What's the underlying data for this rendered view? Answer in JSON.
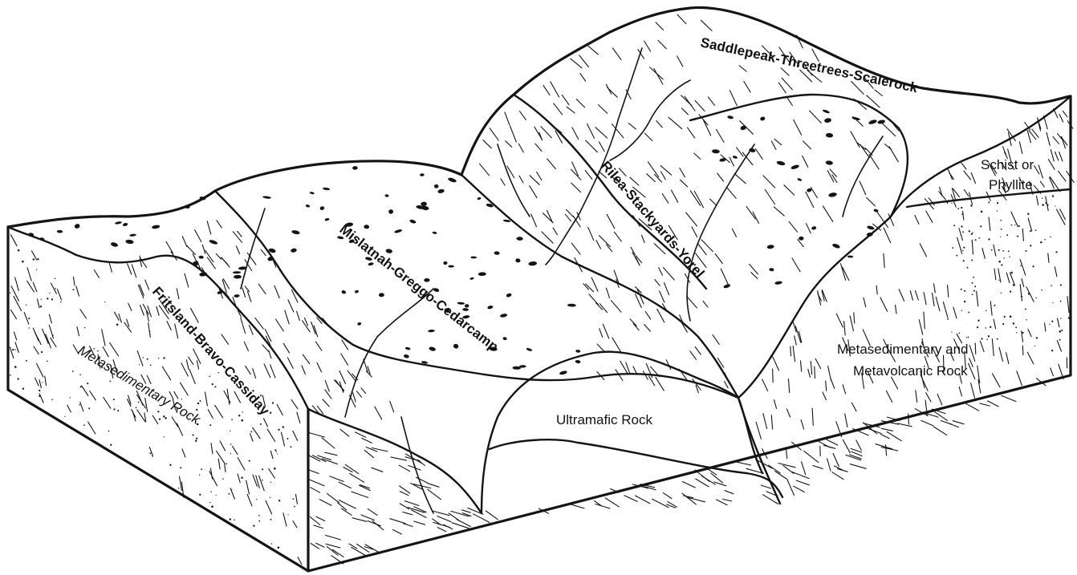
{
  "soil_units": {
    "saddlepeak": "Saddlepeak-Threetrees-Scalerock",
    "rilea": "Rilea-Stackyards-Yorel",
    "mislatnah": "Mislatnah-Greggo-Cedarcamp",
    "fritsland": "Fritsland-Bravo-Cassiday"
  },
  "rock_units": {
    "schist_line1": "Schist or",
    "schist_line2": "Phyllite",
    "metased_metavolc_line1": "Metasedimentary and",
    "metased_metavolc_line2": "Metavolcanic Rock",
    "ultramafic": "Ultramafic Rock",
    "metasedimentary": "Metasedimentary Rock"
  }
}
